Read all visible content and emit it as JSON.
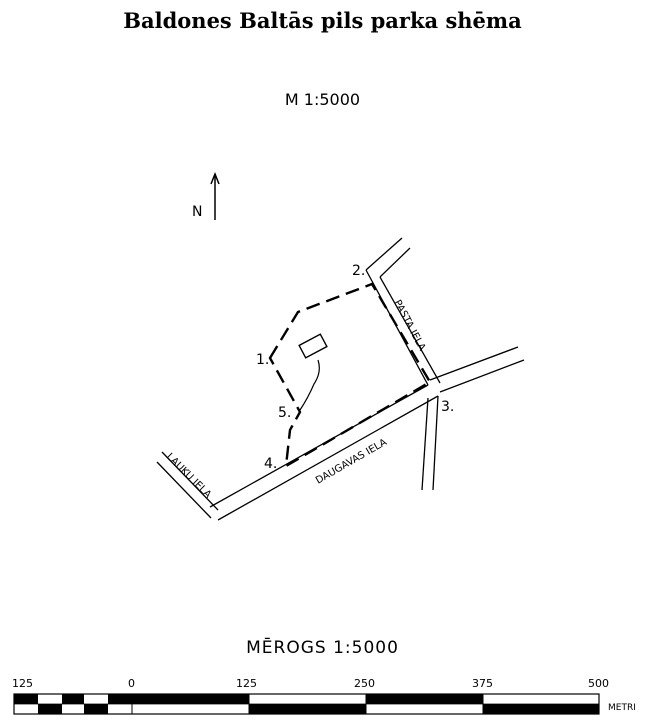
{
  "title": "Baldones Baltās pils parka shēma",
  "scale_label": "M 1:5000",
  "north_label": "N",
  "streets": {
    "pasta": "PASTA IELA",
    "daugavas": "DAUGAVAS IELA",
    "lauku": "LAUKU IELA"
  },
  "points": [
    "1.",
    "2.",
    "3.",
    "4.",
    "5."
  ],
  "scalebar": {
    "title": "MĒROGS  1:5000",
    "ticks": [
      "125",
      "0",
      "125",
      "250",
      "375",
      "500"
    ],
    "unit": "METRI"
  }
}
